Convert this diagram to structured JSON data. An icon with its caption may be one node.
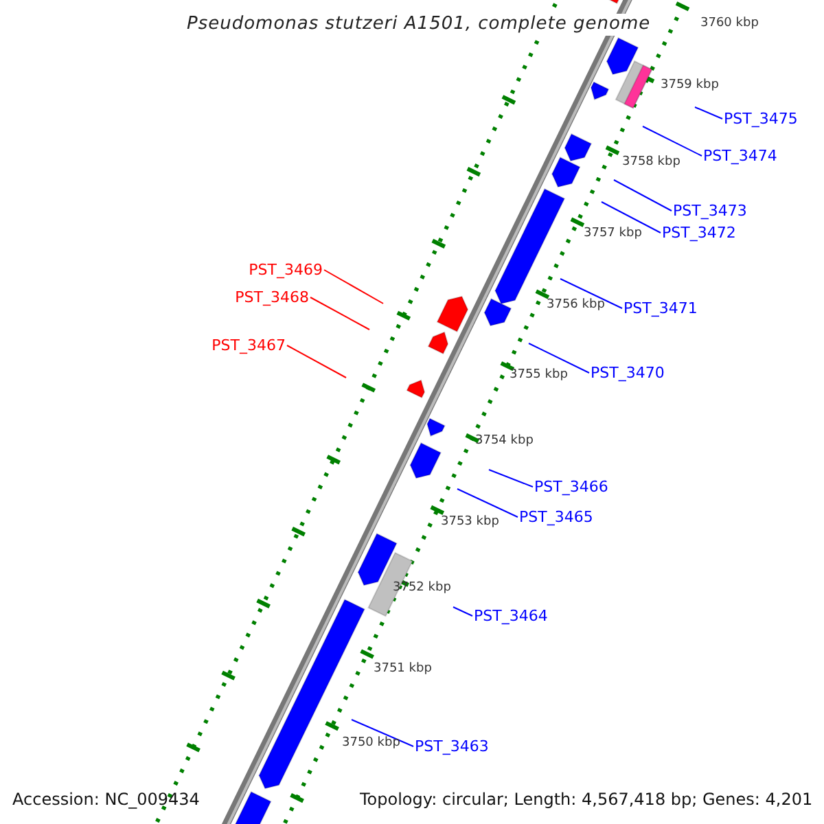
{
  "diagram": {
    "title": "Pseudomonas stutzeri A1501, complete genome",
    "nodes": [
      {
        "text": [
          "PST_3475"
        ]
      },
      {
        "text": [
          "PST_3474"
        ]
      },
      {
        "text": [
          "PST_3473"
        ]
      },
      {
        "text": [
          "PST_3472"
        ]
      },
      {
        "text": [
          "PST_3469"
        ]
      },
      {
        "text": [
          "PST_3468"
        ]
      },
      {
        "text": [
          "PST_3471"
        ]
      },
      {
        "text": [
          "PST_3467"
        ]
      },
      {
        "text": [
          "PST_3470"
        ]
      },
      {
        "text": [
          "PST_3466"
        ]
      },
      {
        "text": [
          "PST_3465"
        ]
      },
      {
        "text": [
          "PST_3464"
        ]
      },
      {
        "text": [
          "PST_3463"
        ]
      }
    ],
    "edges": [
      {
        "from": 0,
        "to": null,
        "arrow": "none"
      },
      {
        "from": 1,
        "to": null,
        "arrow": "none"
      },
      {
        "from": 2,
        "to": null,
        "arrow": "none"
      },
      {
        "from": 3,
        "to": null,
        "arrow": "none"
      },
      {
        "from": 4,
        "to": null,
        "arrow": "none",
        "color": "#ff0000"
      },
      {
        "from": 5,
        "to": null,
        "arrow": "none",
        "color": "#ff0000"
      },
      {
        "from": 6,
        "to": null,
        "arrow": "none"
      },
      {
        "from": 7,
        "to": null,
        "arrow": "none",
        "color": "#ff0000"
      },
      {
        "from": 8,
        "to": null,
        "arrow": "none"
      },
      {
        "from": 9,
        "to": null,
        "arrow": "none"
      },
      {
        "from": 10,
        "to": null,
        "arrow": "none"
      },
      {
        "from": 11,
        "to": null,
        "arrow": "none"
      },
      {
        "from": 12,
        "to": null,
        "arrow": "none"
      }
    ],
    "labels": [
      "3760 kbp",
      "3759 kbp",
      "3758 kbp",
      "3757 kbp",
      "3756 kbp",
      "3755 kbp",
      "3754 kbp",
      "3753 kbp",
      "3752 kbp",
      "3751 kbp",
      "3750 kbp",
      "Accession: NC_009434",
      "Topology: circular; Length: 4,567,418 bp; Genes: 4,201"
    ]
  }
}
